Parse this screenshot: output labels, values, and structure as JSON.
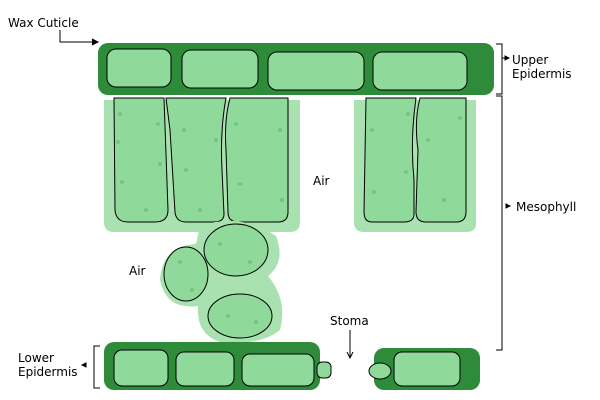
{
  "labels": {
    "wax_cuticle": "Wax Cuticle",
    "upper_epidermis": "Upper\nEpidermis",
    "mesophyll": "Mesophyll",
    "air_1": "Air",
    "air_2": "Air",
    "stoma": "Stoma",
    "lower_epidermis": "Lower\nEpidermis"
  },
  "colors": {
    "cuticle_green": "#2e8b3a",
    "cell_light_green": "#8fd99a",
    "air_space_green": "#a9e2b0",
    "outline": "#000000",
    "background": "#ffffff"
  }
}
